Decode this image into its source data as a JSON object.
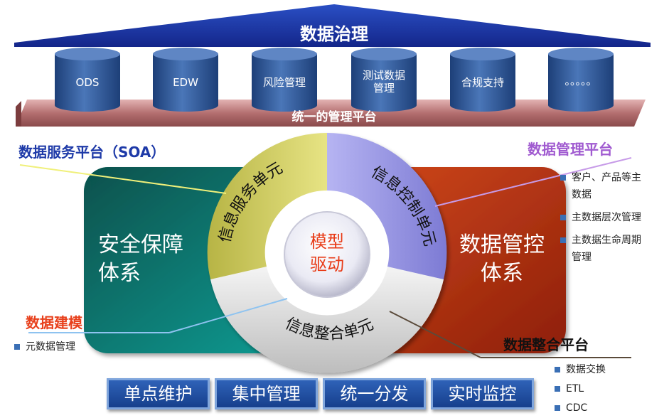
{
  "roof": {
    "title": "数据治理"
  },
  "pillars": [
    {
      "label": "ODS"
    },
    {
      "label": "EDW"
    },
    {
      "label": "风险管理"
    },
    {
      "label": "测试数据\n管理"
    },
    {
      "label": "合规支持"
    },
    {
      "label": "。。。。。"
    }
  ],
  "platform_bar": {
    "title": "统一的管理平台"
  },
  "left_system": {
    "label": "安全保障\n体系"
  },
  "right_system": {
    "label": "数据管控\n体系"
  },
  "ring": {
    "service_unit": "信息服务单元",
    "control_unit": "信息控制单元",
    "integration_unit": "信息整合单元",
    "core": "模型\n驱动"
  },
  "callouts": {
    "soa": {
      "title": "数据服务平台（SOA）",
      "color": "#1e3aa8"
    },
    "management": {
      "title": "数据管理平台",
      "color": "#a05ad0",
      "items": [
        "客户、产品等主\n数据",
        "主数据层次管理",
        "主数据生命周期\n管理"
      ]
    },
    "modeling": {
      "title": "数据建模",
      "color": "#e8401c",
      "items": [
        "元数据管理"
      ]
    },
    "integration": {
      "title": "数据整合平台",
      "color": "#111111",
      "items": [
        "数据交换",
        "ETL",
        "CDC"
      ]
    }
  },
  "buttons": [
    {
      "label": "单点维护"
    },
    {
      "label": "集中管理"
    },
    {
      "label": "统一分发"
    },
    {
      "label": "实时监控"
    }
  ],
  "colors": {
    "roof": "#1a3aa8",
    "pillar": "#2d5796",
    "platform": "#b46f70",
    "left_panel": "#0c7a72",
    "right_panel": "#c33a15",
    "ring_service": "#d6d36a",
    "ring_control": "#9d9be8",
    "ring_integration": "#e4e4e4",
    "button": "#1f4fa3"
  }
}
